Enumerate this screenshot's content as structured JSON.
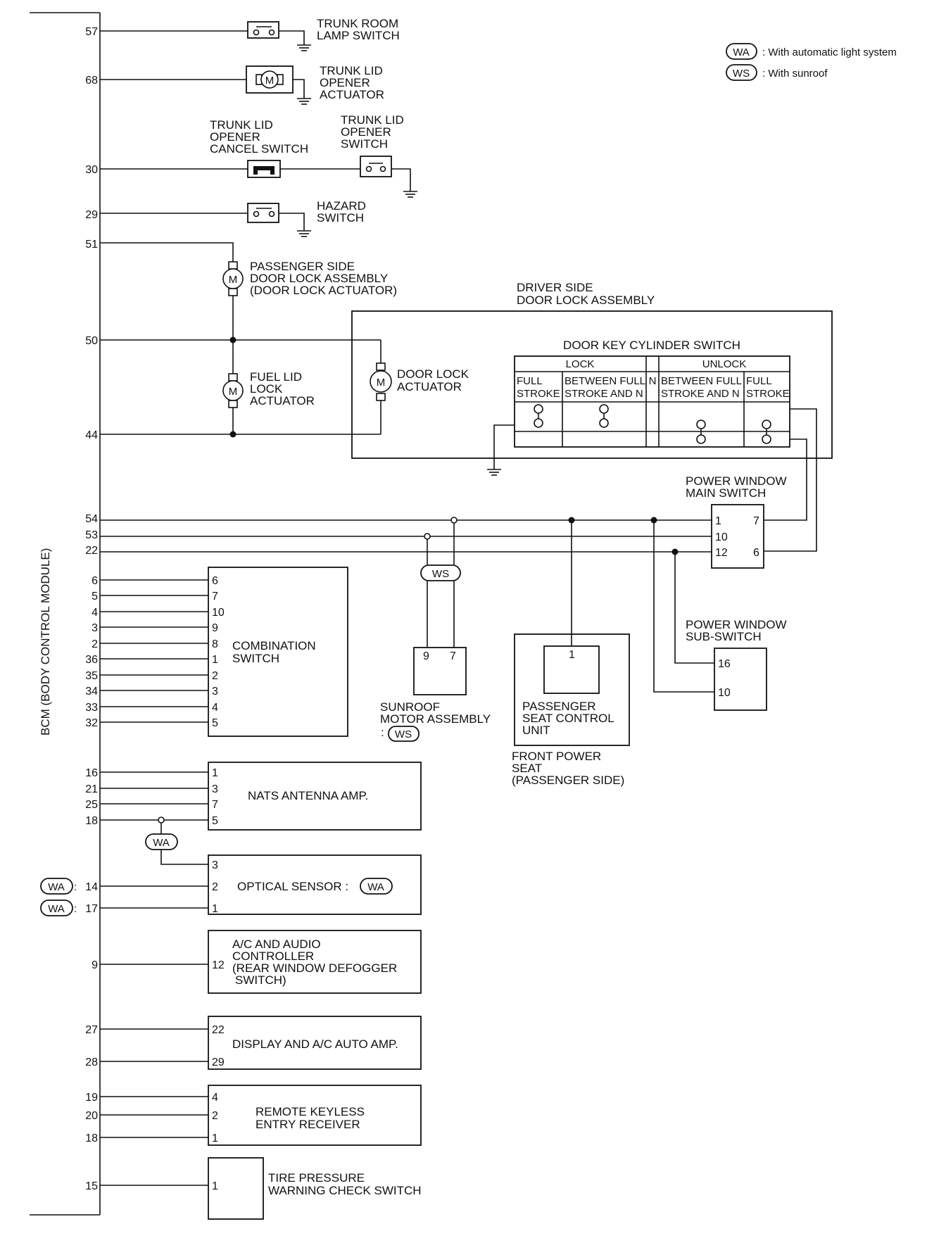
{
  "bcm": {
    "label": "BCM (BODY CONTROL MODULE)",
    "pins": [
      {
        "id": "p57",
        "label": "57"
      },
      {
        "id": "p68",
        "label": "68"
      },
      {
        "id": "p30",
        "label": "30"
      },
      {
        "id": "p29",
        "label": "29"
      },
      {
        "id": "p51",
        "label": "51"
      },
      {
        "id": "p50",
        "label": "50"
      },
      {
        "id": "p44",
        "label": "44"
      },
      {
        "id": "p54",
        "label": "54"
      },
      {
        "id": "p53",
        "label": "53"
      },
      {
        "id": "p22",
        "label": "22"
      },
      {
        "id": "p6",
        "label": "6"
      },
      {
        "id": "p5",
        "label": "5"
      },
      {
        "id": "p4",
        "label": "4"
      },
      {
        "id": "p3",
        "label": "3"
      },
      {
        "id": "p2",
        "label": "2"
      },
      {
        "id": "p36",
        "label": "36"
      },
      {
        "id": "p35",
        "label": "35"
      },
      {
        "id": "p34",
        "label": "34"
      },
      {
        "id": "p33",
        "label": "33"
      },
      {
        "id": "p32",
        "label": "32"
      },
      {
        "id": "p16",
        "label": "16"
      },
      {
        "id": "p21",
        "label": "21"
      },
      {
        "id": "p25",
        "label": "25"
      },
      {
        "id": "p18a",
        "label": "18"
      },
      {
        "id": "p14",
        "label": "14"
      },
      {
        "id": "p17",
        "label": "17"
      },
      {
        "id": "p9",
        "label": "9"
      },
      {
        "id": "p27",
        "label": "27"
      },
      {
        "id": "p28",
        "label": "28"
      },
      {
        "id": "p19",
        "label": "19"
      },
      {
        "id": "p20",
        "label": "20"
      },
      {
        "id": "p18b",
        "label": "18"
      },
      {
        "id": "p15",
        "label": "15"
      }
    ]
  },
  "legend": {
    "wa_tag": "WA",
    "wa_text": ": With automatic light system",
    "ws_tag": "WS",
    "ws_text": ": With sunroof"
  },
  "components": {
    "trunk_room_lamp_switch": [
      "TRUNK ROOM",
      "LAMP SWITCH"
    ],
    "trunk_lid_opener_actuator": [
      "TRUNK LID",
      "OPENER",
      "ACTUATOR"
    ],
    "trunk_lid_opener_cancel_switch": [
      "TRUNK LID",
      "OPENER",
      "CANCEL SWITCH"
    ],
    "trunk_lid_opener_switch": [
      "TRUNK LID",
      "OPENER",
      "SWITCH"
    ],
    "hazard_switch": [
      "HAZARD",
      "SWITCH"
    ],
    "passenger_door_lock": [
      "PASSENGER SIDE",
      "DOOR LOCK ASSEMBLY",
      "(DOOR LOCK ACTUATOR)"
    ],
    "fuel_lid_lock_actuator": [
      "FUEL LID",
      "LOCK",
      "ACTUATOR"
    ],
    "driver_door_lock_assembly": [
      "DRIVER SIDE",
      "DOOR LOCK ASSEMBLY"
    ],
    "door_lock_actuator": [
      "DOOR LOCK",
      "ACTUATOR"
    ],
    "motor_letter": "M",
    "door_key_cylinder_switch": {
      "title": "DOOR KEY CYLINDER SWITCH",
      "lock": "LOCK",
      "unlock": "UNLOCK",
      "n": "N",
      "col1": [
        "FULL",
        "STROKE"
      ],
      "col2": [
        "BETWEEN FULL",
        "STROKE AND N"
      ],
      "col3": [
        "BETWEEN FULL",
        "STROKE AND N"
      ],
      "col4": [
        "FULL",
        "STROKE"
      ]
    },
    "power_window_main_switch": {
      "name": [
        "POWER WINDOW",
        "MAIN SWITCH"
      ],
      "pins": [
        "1",
        "10",
        "12",
        "7",
        "6"
      ]
    },
    "power_window_sub_switch": {
      "name": [
        "POWER WINDOW",
        "SUB-SWITCH"
      ],
      "pins": [
        "16",
        "10"
      ]
    },
    "sunroof_motor_assembly": {
      "name": [
        "SUNROOF",
        "MOTOR ASSEMBLY"
      ],
      "prefix": ":",
      "tag": "WS",
      "pins": [
        "9",
        "7"
      ],
      "junction_tag": "WS"
    },
    "passenger_seat_control_unit": {
      "name": [
        "PASSENGER",
        "SEAT CONTROL",
        "UNIT"
      ],
      "pin": "1"
    },
    "front_power_seat": [
      "FRONT POWER",
      "SEAT",
      "(PASSENGER SIDE)"
    ],
    "combination_switch": {
      "name": [
        "COMBINATION",
        "SWITCH"
      ],
      "pins": [
        "6",
        "7",
        "10",
        "9",
        "8",
        "1",
        "2",
        "3",
        "4",
        "5"
      ]
    },
    "nats_antenna_amp": {
      "name": "NATS ANTENNA AMP.",
      "pins": [
        "1",
        "3",
        "7",
        "5"
      ],
      "junction_tag": "WA"
    },
    "optical_sensor": {
      "name": "OPTICAL SENSOR :",
      "tag": "WA",
      "pins": [
        "3",
        "2",
        "1"
      ],
      "wa_14": "WA",
      "wa_17": "WA",
      "colon": ":"
    },
    "ac_audio_controller": {
      "name": [
        "A/C AND AUDIO",
        "CONTROLLER",
        "(REAR WINDOW DEFOGGER",
        "SWITCH)"
      ],
      "pin": "12"
    },
    "display_ac_auto_amp": {
      "name": "DISPLAY AND A/C AUTO AMP.",
      "pins": [
        "22",
        "29"
      ]
    },
    "remote_keyless_entry_receiver": {
      "name": [
        "REMOTE KEYLESS",
        "ENTRY RECEIVER"
      ],
      "pins": [
        "4",
        "2",
        "1"
      ]
    },
    "tire_pressure_warning_check_switch": {
      "name": [
        "TIRE PRESSURE",
        "WARNING CHECK SWITCH"
      ],
      "pin": "1"
    }
  }
}
